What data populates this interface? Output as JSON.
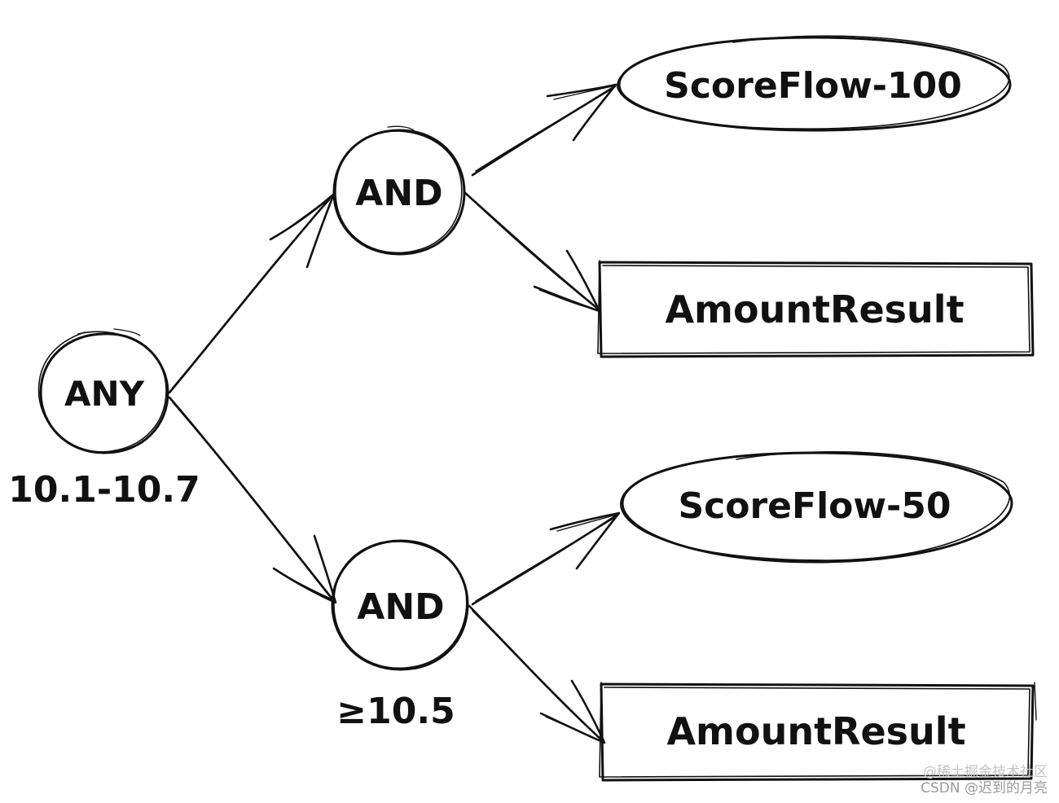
{
  "nodes": {
    "any": "ANY",
    "and_top": "AND",
    "and_bottom": "AND",
    "scoreflow_100": "ScoreFlow-100",
    "amount_result_top": "AmountResult",
    "scoreflow_50": "ScoreFlow-50",
    "amount_result_bottom": "AmountResult"
  },
  "annotations": {
    "any_range": "10.1-10.7",
    "and_bottom_condition": "≥10.5"
  },
  "watermark": {
    "line1": "@稀土掘金技术社区",
    "line2": "CSDN @迟到的月亮"
  },
  "colors": {
    "ink": "#111111",
    "background": "#ffffff",
    "watermark": "#9a9a9a"
  }
}
